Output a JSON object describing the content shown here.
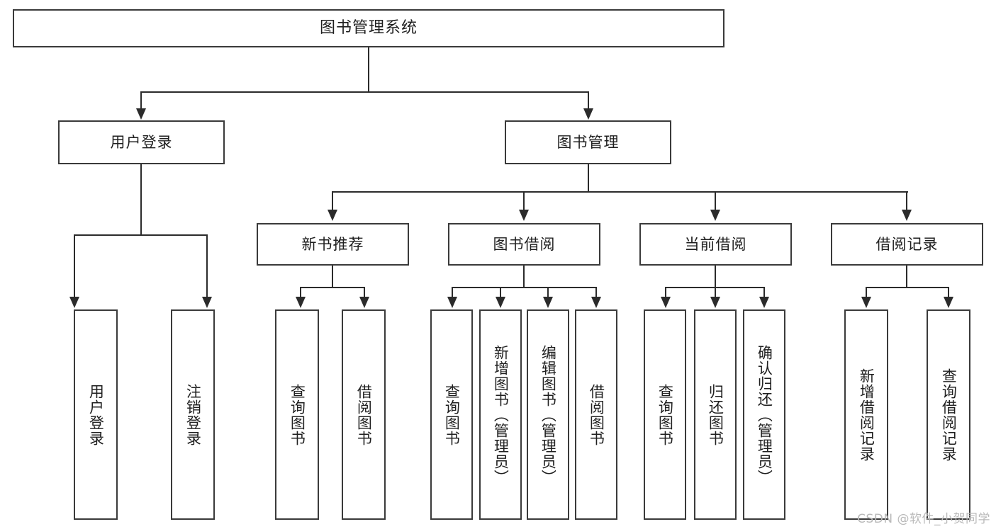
{
  "diagram": {
    "kind": "functional-structure-tree",
    "root": {
      "label": "图书管理系统"
    },
    "level2": [
      {
        "label": "用户登录"
      },
      {
        "label": "图书管理"
      }
    ],
    "level3": [
      {
        "label": "新书推荐"
      },
      {
        "label": "图书借阅"
      },
      {
        "label": "当前借阅"
      },
      {
        "label": "借阅记录"
      }
    ],
    "leaves": {
      "user_login": [
        {
          "label": "用户登录"
        },
        {
          "label": "注销登录"
        }
      ],
      "new_book_recommend": [
        {
          "label": "查询图书"
        },
        {
          "label": "借阅图书"
        }
      ],
      "book_borrow": [
        {
          "label": "查询图书"
        },
        {
          "label": "新增图书（管理员）"
        },
        {
          "label": "编辑图书（管理员）"
        },
        {
          "label": "借阅图书"
        }
      ],
      "current_borrow": [
        {
          "label": "查询图书"
        },
        {
          "label": "归还图书"
        },
        {
          "label": "确认归还（管理员）"
        }
      ],
      "borrow_record": [
        {
          "label": "新增借阅记录"
        },
        {
          "label": "查询借阅记录"
        }
      ]
    }
  },
  "watermark": {
    "text": "CSDN @软件_小贺同学"
  },
  "colors": {
    "box_border": "#3a3a3a",
    "connector": "#2b2b2b",
    "background": "#ffffff",
    "text": "#1f1f1f",
    "watermark": "#b9b9b9"
  }
}
